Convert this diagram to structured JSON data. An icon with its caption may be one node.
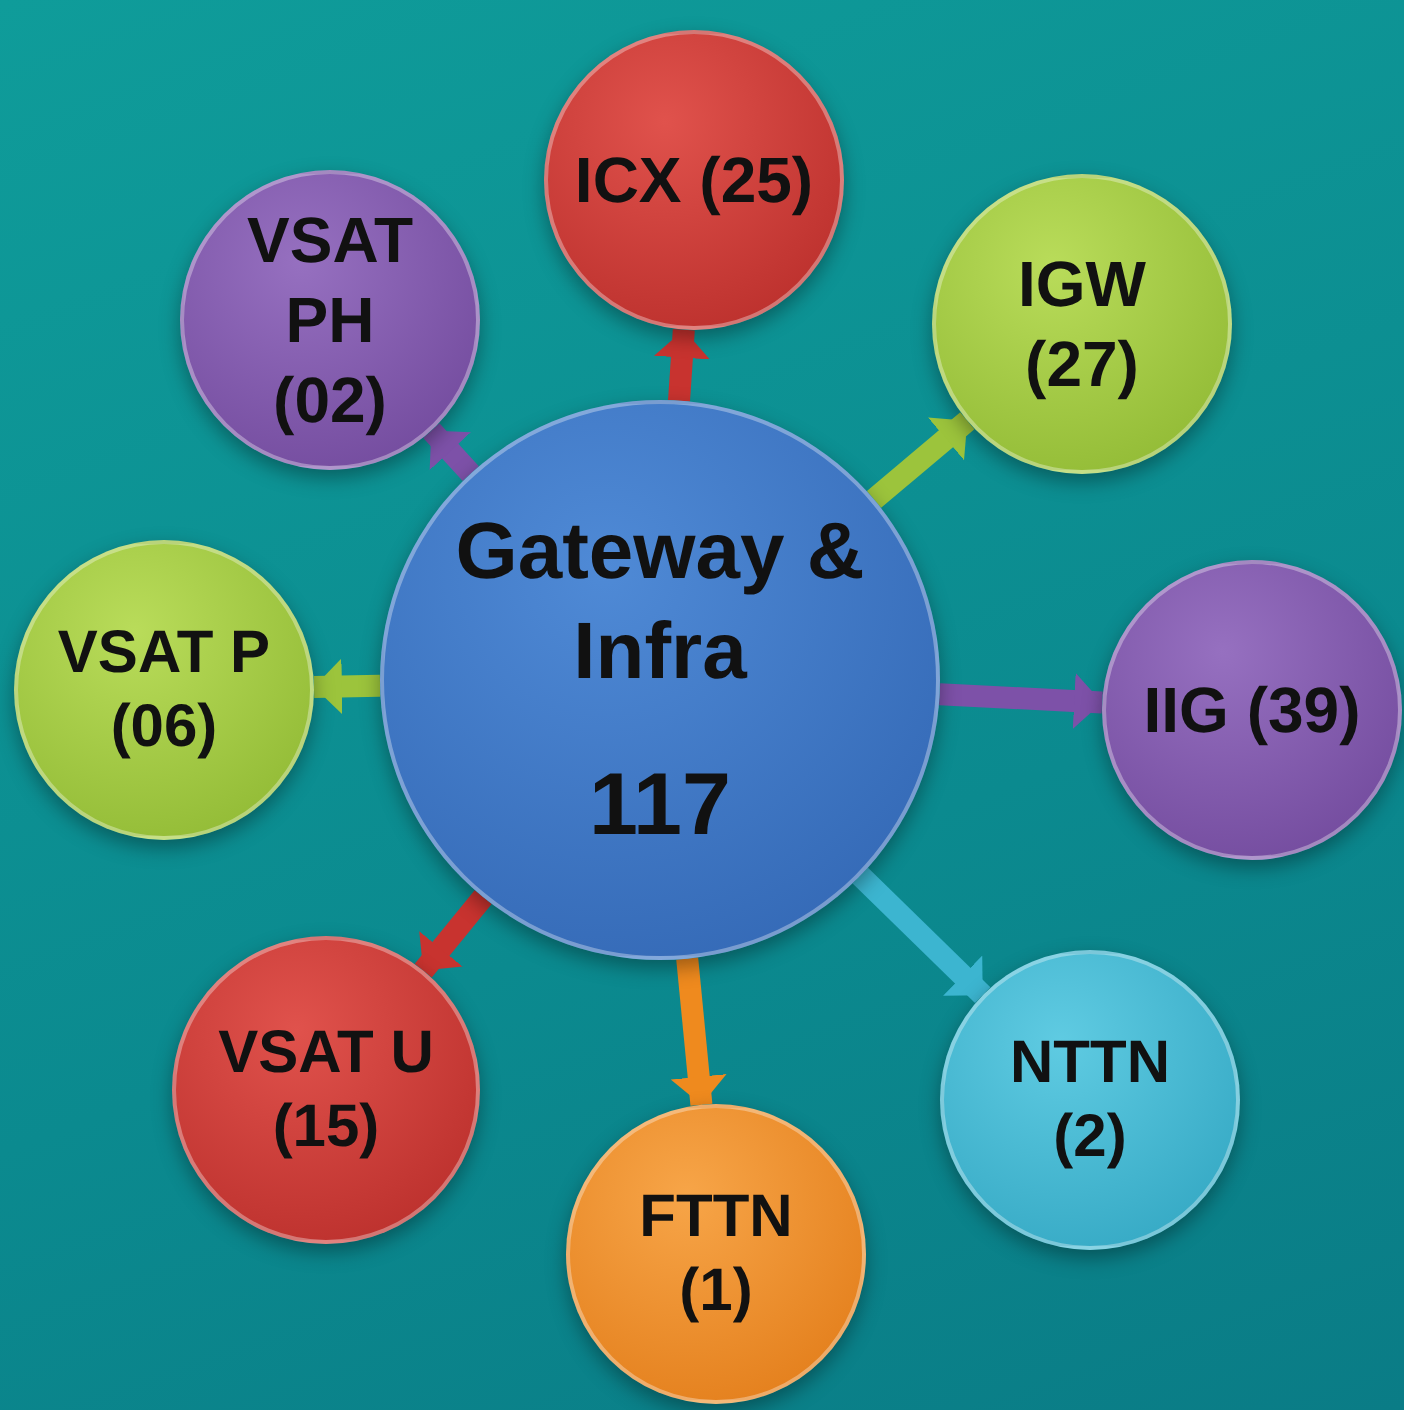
{
  "diagram": {
    "nodes": [
      {
        "text": [
          "Gateway & Infra",
          "117"
        ]
      },
      {
        "text": [
          "ICX (25)"
        ]
      },
      {
        "text": [
          "IGW (27)"
        ]
      },
      {
        "text": [
          "IIG (39)"
        ]
      },
      {
        "text": [
          "NTTN (2)"
        ]
      },
      {
        "text": [
          "FTTN (1)"
        ]
      },
      {
        "text": [
          "VSAT U (15)"
        ]
      },
      {
        "text": [
          "VSAT P (06)"
        ]
      },
      {
        "text": [
          "VSAT PH (02)"
        ]
      }
    ],
    "edges": [
      {
        "from": 0,
        "to": 1,
        "arrow": "to",
        "color": "#c8332f"
      },
      {
        "from": 0,
        "to": 2,
        "arrow": "to",
        "color": "#9cc43c"
      },
      {
        "from": 0,
        "to": 3,
        "arrow": "to",
        "color": "#7d51a8"
      },
      {
        "from": 0,
        "to": 4,
        "arrow": "to",
        "color": "#3cb5d0"
      },
      {
        "from": 0,
        "to": 5,
        "arrow": "to",
        "color": "#ef8a1e"
      },
      {
        "from": 0,
        "to": 6,
        "arrow": "to",
        "color": "#c8332f"
      },
      {
        "from": 0,
        "to": 7,
        "arrow": "to",
        "color": "#9cc43c"
      },
      {
        "from": 0,
        "to": 8,
        "arrow": "to",
        "color": "#7d51a8"
      }
    ]
  }
}
